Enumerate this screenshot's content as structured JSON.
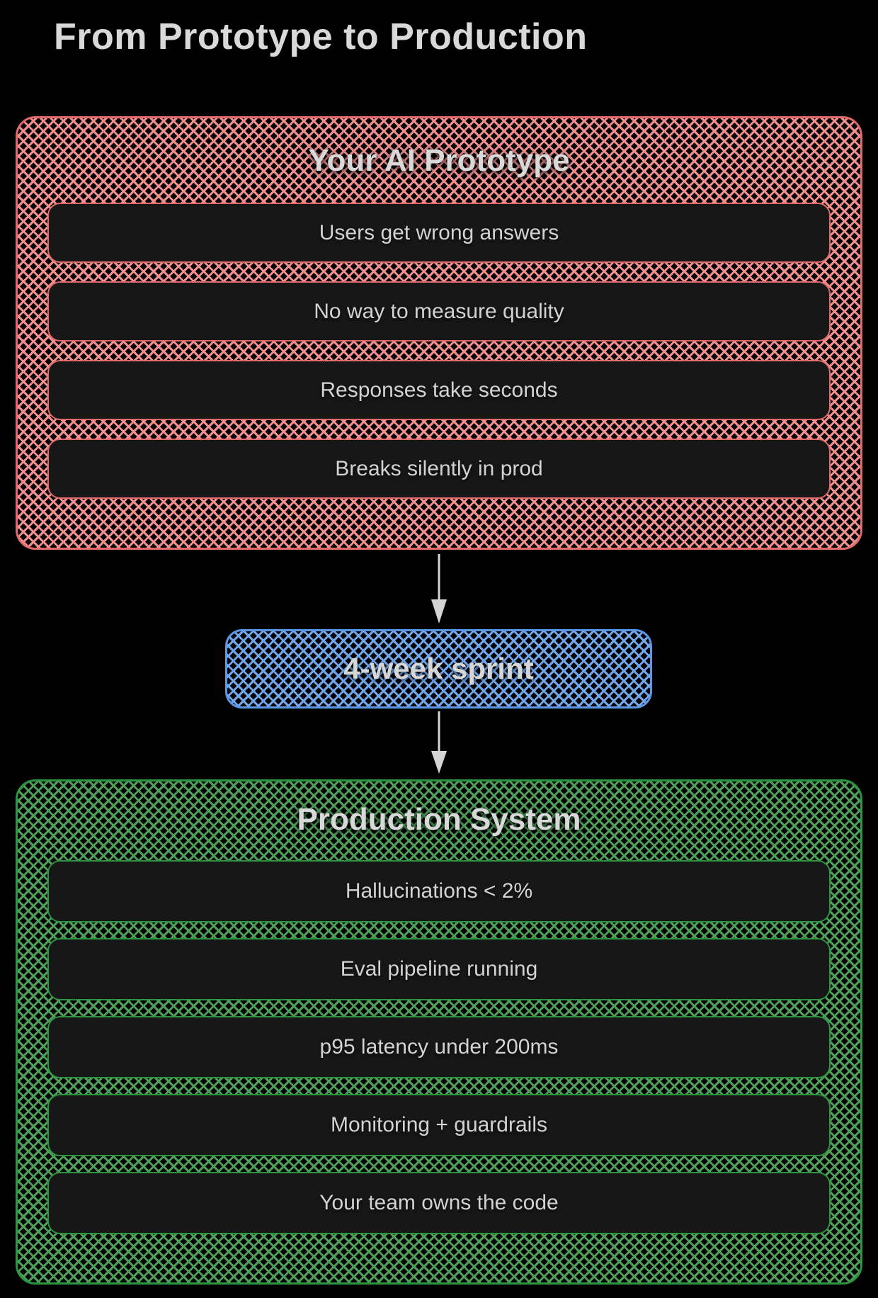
{
  "page_title": "From Prototype to Production",
  "theme": {
    "background": "#000000",
    "text_color": "#d6d6d6",
    "arrow_color": "#d4d4d4",
    "item_background": "#171717"
  },
  "prototype_section": {
    "title": "Your AI Prototype",
    "hatch_color": "#f18f8f",
    "border_color": "#e16a6a",
    "items": [
      "Users get wrong answers",
      "No way to measure quality",
      "Responses take seconds",
      "Breaks silently in prod"
    ]
  },
  "sprint_badge": {
    "label": "4-week sprint",
    "hatch_color": "#6fa6ec",
    "border_color": "#5a97e4"
  },
  "production_section": {
    "title": "Production System",
    "hatch_color": "#4f9f5a",
    "border_color": "#2c9540",
    "items": [
      "Hallucinations < 2%",
      "Eval pipeline running",
      "p95 latency under 200ms",
      "Monitoring + guardrails",
      "Your team owns the code"
    ]
  }
}
